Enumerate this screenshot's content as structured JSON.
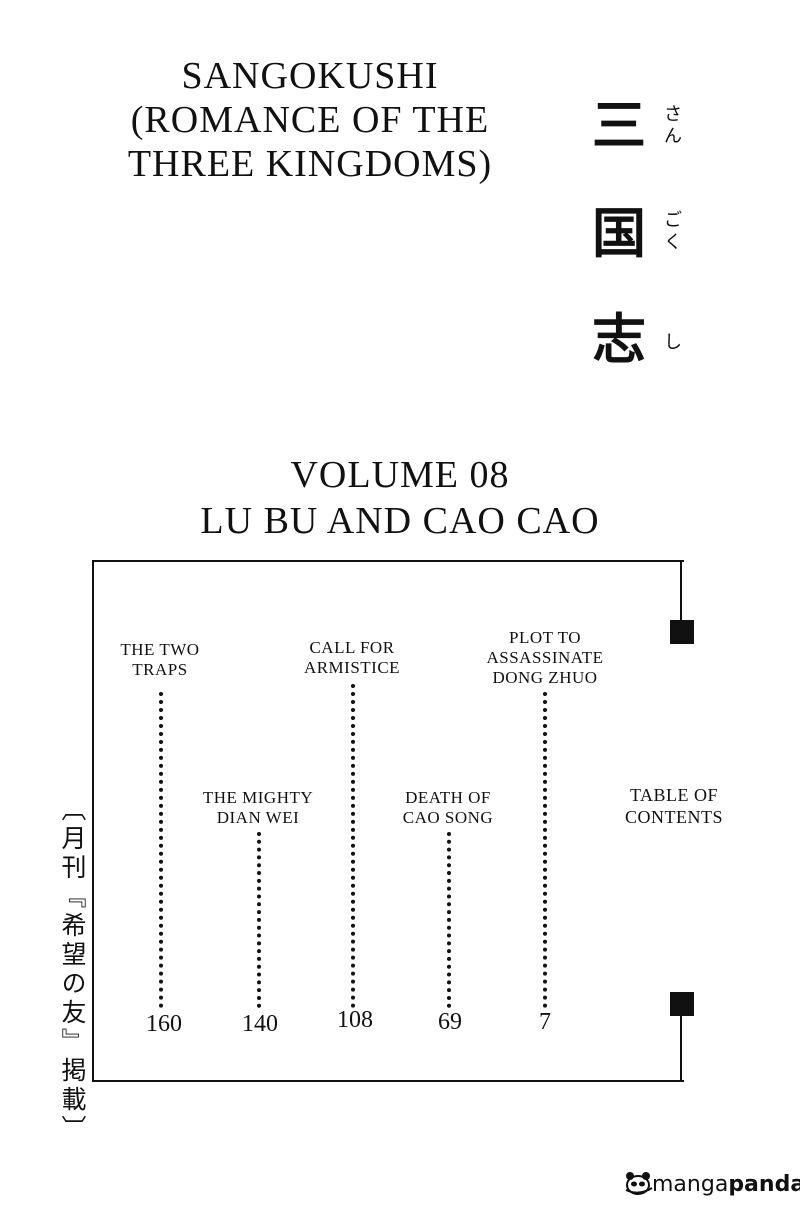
{
  "title": {
    "lines": [
      "SANGOKUSHI",
      "(ROMANCE OF THE",
      "THREE KINGDOMS)"
    ]
  },
  "japanese_title": {
    "kanji": [
      "三",
      "国",
      "志"
    ],
    "furigana": [
      "さん",
      "ごく",
      "し"
    ]
  },
  "volume": {
    "line1": "VOLUME 08",
    "line2": "LU BU AND CAO CAO"
  },
  "toc": {
    "heading": [
      "TABLE OF",
      "CONTENTS"
    ],
    "chapters": [
      {
        "title": [
          "PLOT TO",
          "ASSASSINATE",
          "DONG ZHUO"
        ],
        "page": "7"
      },
      {
        "title": [
          "DEATH OF",
          "CAO SONG"
        ],
        "page": "69"
      },
      {
        "title": [
          "CALL FOR",
          "ARMISTICE"
        ],
        "page": "108"
      },
      {
        "title": [
          "THE MIGHTY",
          "DIAN WEI"
        ],
        "page": "140"
      },
      {
        "title": [
          "THE TWO",
          "TRAPS"
        ],
        "page": "160"
      }
    ]
  },
  "vertical_note": "〔月刊『希望の友』掲載〕",
  "logo": {
    "part1": "manga",
    "part2": "panda",
    "icon": "panda-icon"
  }
}
